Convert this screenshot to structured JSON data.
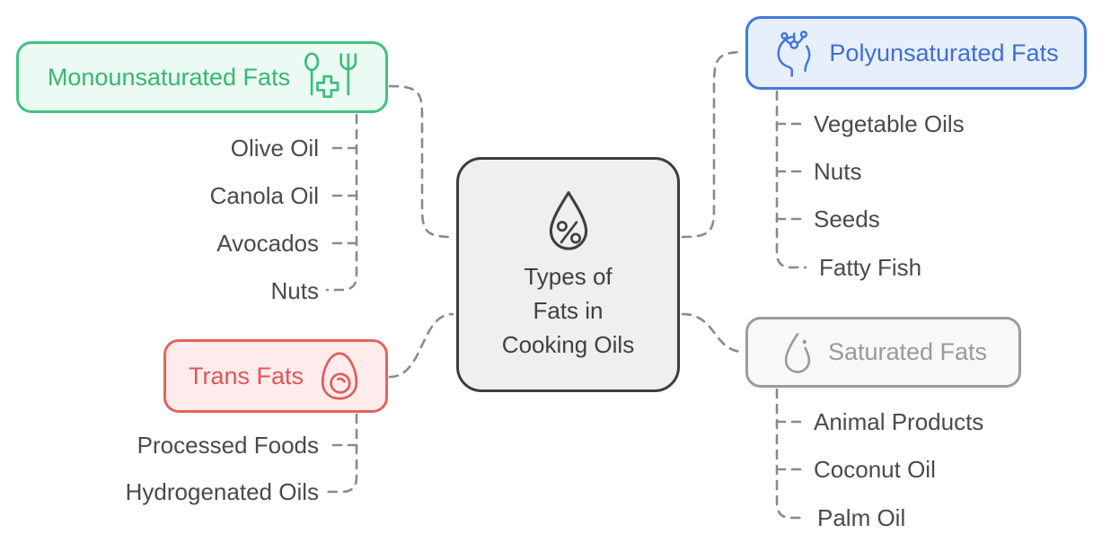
{
  "diagram": {
    "title": "Types of Fats in Cooking Oils",
    "connector_color": "#8a8a8a",
    "root": {
      "lines": [
        "Types of",
        "Fats in",
        "Cooking Oils"
      ],
      "icon": "droplet-percent-icon",
      "border_color": "#3d3d3d",
      "bg_color": "#efefef",
      "text_color": "#404040"
    },
    "branches": [
      {
        "label": "Monounsaturated Fats",
        "icon": "spoon-fork-health-icon",
        "accent": "#35b871",
        "border_color": "#43c183",
        "bg_color": "#ebfaf2",
        "children": [
          "Olive Oil",
          "Canola Oil",
          "Avocados",
          "Nuts"
        ]
      },
      {
        "label": "Polyunsaturated Fats",
        "icon": "head-nutrition-icon",
        "accent": "#3d6fd8",
        "border_color": "#4478db",
        "bg_color": "#e8effc",
        "children": [
          "Vegetable Oils",
          "Nuts",
          "Seeds",
          "Fatty Fish"
        ]
      },
      {
        "label": "Trans Fats",
        "icon": "egg-yolk-icon",
        "accent": "#e25555",
        "border_color": "#e56262",
        "bg_color": "#fdeceb",
        "children": [
          "Processed Foods",
          "Hydrogenated Oils"
        ]
      },
      {
        "label": "Saturated Fats",
        "icon": "oil-drop-icon",
        "accent": "#9a9a9a",
        "border_color": "#9c9c9c",
        "bg_color": "#f8f8f8",
        "children": [
          "Animal Products",
          "Coconut Oil",
          "Palm Oil"
        ]
      }
    ]
  }
}
